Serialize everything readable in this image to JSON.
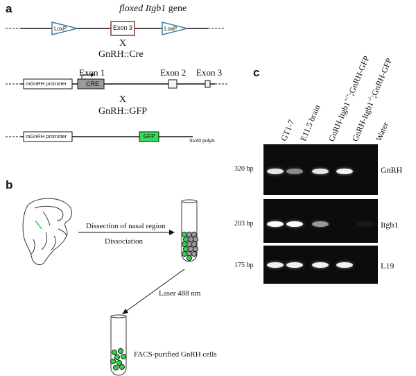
{
  "panels": {
    "a": "a",
    "b": "b",
    "c": "c"
  },
  "panel_a": {
    "gene_title_italic": "floxed Itgb1",
    "gene_title_rest": " gene",
    "loxp_1": "LoxP",
    "loxp_2": "LoxP",
    "exon3_box": "Exon 3",
    "cross_1": "X",
    "cre_construct": "GnRH::Cre",
    "promoter_1": "mGnRH promoter",
    "cre_box": "CRE",
    "exon1": "Exon 1",
    "exon2": "Exon 2",
    "exon3": "Exon 3",
    "cross_2": "X",
    "gfp_construct": "GnRH::GFP",
    "promoter_2": "mGnRH promoter",
    "gfp_box": "GFP",
    "polya": "SV40 polyA"
  },
  "panel_b": {
    "step1": "Dissection of nasal region",
    "step2": "Dissociation",
    "laser": "Laser 488 nm",
    "result": "FACS-purified GnRH cells"
  },
  "panel_c": {
    "lanes": [
      "GT1-7",
      "E11.5 brain",
      "GnRH-Itgb1+/+;GnRH-GFP",
      "GnRH-Itgb1-/-;GnRH-GFP",
      "Water"
    ],
    "gels": [
      {
        "size": "320 bp",
        "gene": "GnRH",
        "bands": [
          0.9,
          0.55,
          0.9,
          0.95,
          0
        ]
      },
      {
        "size": "203 bp",
        "gene": "Itgb1",
        "bands": [
          1.0,
          1.0,
          0.6,
          0,
          0.1
        ]
      },
      {
        "size": "175 bp",
        "gene": "L19",
        "bands": [
          0.95,
          0.95,
          0.95,
          0.95,
          0
        ]
      }
    ]
  },
  "colors": {
    "loxp": "#3e7fa0",
    "exon3_border": "#8b3a2a",
    "cre": "#999999",
    "gfp": "#33dd55",
    "cell": "#2fd34a"
  }
}
